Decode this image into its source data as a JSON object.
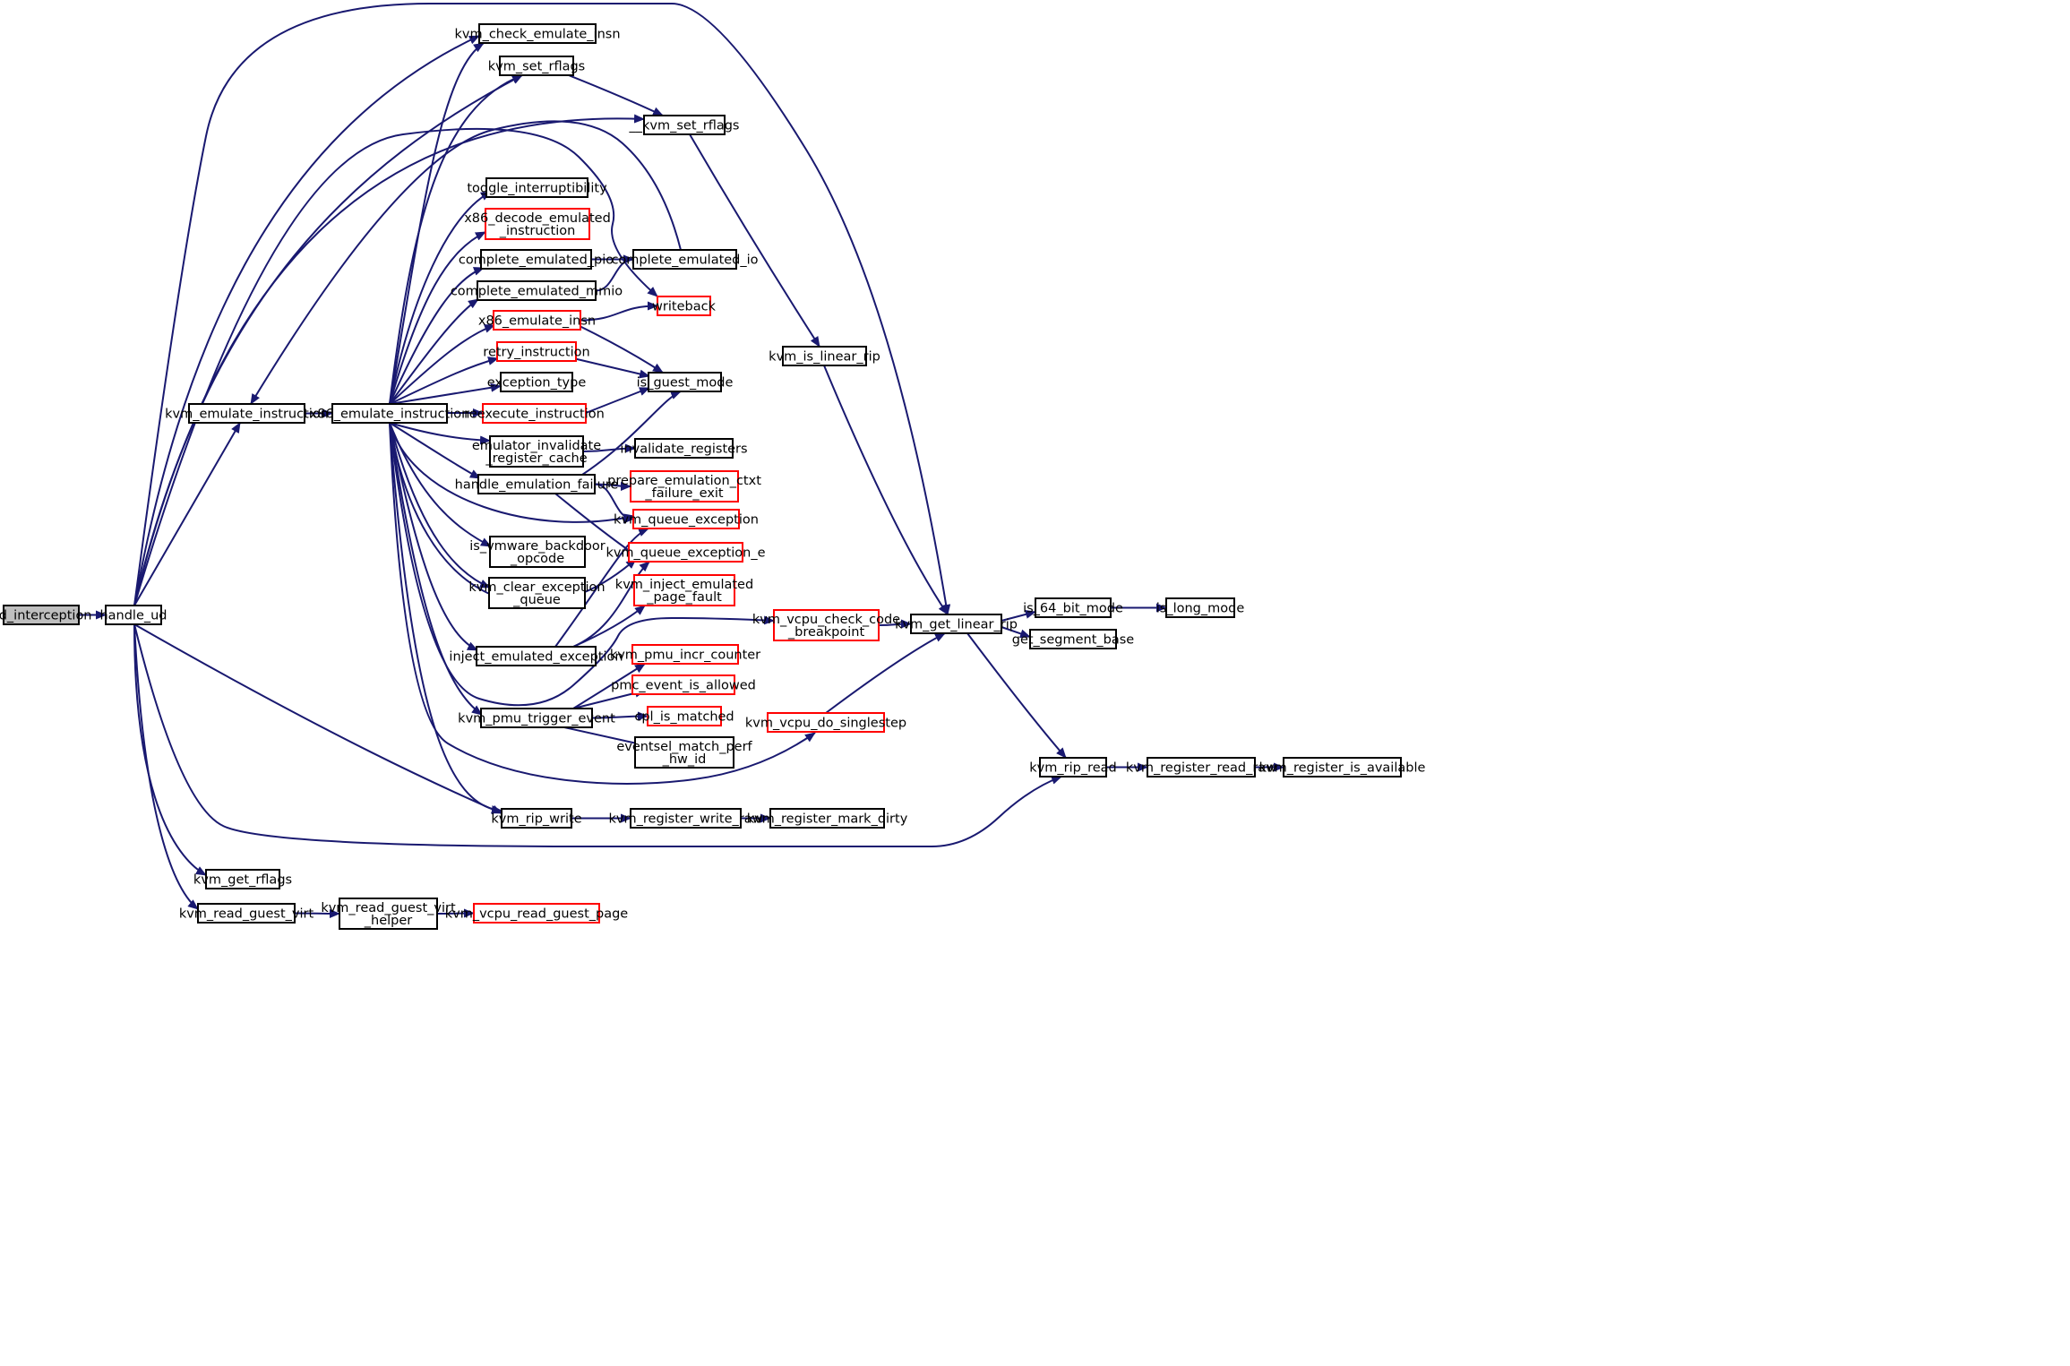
{
  "graph": {
    "root": "ud_interception",
    "edge_color": "#191970",
    "truncated_border_color": "#ff0000",
    "normal_border_color": "#000000",
    "root_fill_color": "#bfbfbf",
    "nodes": [
      {
        "id": "ud_interception",
        "lines": [
          "ud_interception"
        ],
        "style": "root"
      },
      {
        "id": "handle_ud",
        "lines": [
          "handle_ud"
        ],
        "style": "normal"
      },
      {
        "id": "kvm_check_emulate_insn",
        "lines": [
          "kvm_check_emulate_insn"
        ],
        "style": "normal"
      },
      {
        "id": "kvm_set_rflags",
        "lines": [
          "kvm_set_rflags"
        ],
        "style": "normal"
      },
      {
        "id": "__kvm_set_rflags",
        "lines": [
          "__kvm_set_rflags"
        ],
        "style": "normal"
      },
      {
        "id": "toggle_interruptibility",
        "lines": [
          "toggle_interruptibility"
        ],
        "style": "normal"
      },
      {
        "id": "x86_decode_emulated_instruction",
        "lines": [
          "x86_decode_emulated",
          "_instruction"
        ],
        "style": "truncated"
      },
      {
        "id": "complete_emulated_pio",
        "lines": [
          "complete_emulated_pio"
        ],
        "style": "normal"
      },
      {
        "id": "complete_emulated_io",
        "lines": [
          "complete_emulated_io"
        ],
        "style": "normal"
      },
      {
        "id": "complete_emulated_mmio",
        "lines": [
          "complete_emulated_mmio"
        ],
        "style": "normal"
      },
      {
        "id": "writeback",
        "lines": [
          "writeback"
        ],
        "style": "truncated"
      },
      {
        "id": "x86_emulate_insn",
        "lines": [
          "x86_emulate_insn"
        ],
        "style": "truncated"
      },
      {
        "id": "retry_instruction",
        "lines": [
          "retry_instruction"
        ],
        "style": "truncated"
      },
      {
        "id": "exception_type",
        "lines": [
          "exception_type"
        ],
        "style": "normal"
      },
      {
        "id": "is_guest_mode",
        "lines": [
          "is_guest_mode"
        ],
        "style": "normal"
      },
      {
        "id": "kvm_emulate_instruction",
        "lines": [
          "kvm_emulate_instruction"
        ],
        "style": "normal"
      },
      {
        "id": "x86_emulate_instruction",
        "lines": [
          "x86_emulate_instruction"
        ],
        "style": "normal"
      },
      {
        "id": "reexecute_instruction",
        "lines": [
          "reexecute_instruction"
        ],
        "style": "truncated"
      },
      {
        "id": "emulator_invalidate_register_cache",
        "lines": [
          "emulator_invalidate",
          "_register_cache"
        ],
        "style": "normal"
      },
      {
        "id": "invalidate_registers",
        "lines": [
          "invalidate_registers"
        ],
        "style": "normal"
      },
      {
        "id": "handle_emulation_failure",
        "lines": [
          "handle_emulation_failure"
        ],
        "style": "normal"
      },
      {
        "id": "prepare_emulation_ctxt_failure_exit",
        "lines": [
          "prepare_emulation_ctxt",
          "_failure_exit"
        ],
        "style": "truncated"
      },
      {
        "id": "kvm_queue_exception",
        "lines": [
          "kvm_queue_exception"
        ],
        "style": "truncated"
      },
      {
        "id": "is_vmware_backdoor_opcode",
        "lines": [
          "is_vmware_backdoor",
          "_opcode"
        ],
        "style": "normal"
      },
      {
        "id": "kvm_queue_exception_e",
        "lines": [
          "kvm_queue_exception_e"
        ],
        "style": "truncated"
      },
      {
        "id": "kvm_clear_exception_queue",
        "lines": [
          "kvm_clear_exception",
          "_queue"
        ],
        "style": "normal"
      },
      {
        "id": "kvm_inject_emulated_page_fault",
        "lines": [
          "kvm_inject_emulated",
          "_page_fault"
        ],
        "style": "truncated"
      },
      {
        "id": "inject_emulated_exception",
        "lines": [
          "inject_emulated_exception"
        ],
        "style": "normal"
      },
      {
        "id": "kvm_vcpu_check_code_breakpoint",
        "lines": [
          "kvm_vcpu_check_code",
          "_breakpoint"
        ],
        "style": "truncated"
      },
      {
        "id": "kvm_is_linear_rip",
        "lines": [
          "kvm_is_linear_rip"
        ],
        "style": "normal"
      },
      {
        "id": "kvm_get_linear_rip",
        "lines": [
          "kvm_get_linear_rip"
        ],
        "style": "normal"
      },
      {
        "id": "is_64_bit_mode",
        "lines": [
          "is_64_bit_mode"
        ],
        "style": "normal"
      },
      {
        "id": "is_long_mode",
        "lines": [
          "is_long_mode"
        ],
        "style": "normal"
      },
      {
        "id": "get_segment_base",
        "lines": [
          "get_segment_base"
        ],
        "style": "normal"
      },
      {
        "id": "kvm_pmu_incr_counter",
        "lines": [
          "kvm_pmu_incr_counter"
        ],
        "style": "truncated"
      },
      {
        "id": "pmc_event_is_allowed",
        "lines": [
          "pmc_event_is_allowed"
        ],
        "style": "truncated"
      },
      {
        "id": "kvm_pmu_trigger_event",
        "lines": [
          "kvm_pmu_trigger_event"
        ],
        "style": "normal"
      },
      {
        "id": "cpl_is_matched",
        "lines": [
          "cpl_is_matched"
        ],
        "style": "truncated"
      },
      {
        "id": "kvm_vcpu_do_singlestep",
        "lines": [
          "kvm_vcpu_do_singlestep"
        ],
        "style": "truncated"
      },
      {
        "id": "eventsel_match_perf_hw_id",
        "lines": [
          "eventsel_match_perf",
          "_hw_id"
        ],
        "style": "normal"
      },
      {
        "id": "kvm_rip_read",
        "lines": [
          "kvm_rip_read"
        ],
        "style": "normal"
      },
      {
        "id": "kvm_register_read_raw",
        "lines": [
          "kvm_register_read_raw"
        ],
        "style": "normal"
      },
      {
        "id": "kvm_register_is_available",
        "lines": [
          "kvm_register_is_available"
        ],
        "style": "normal"
      },
      {
        "id": "kvm_rip_write",
        "lines": [
          "kvm_rip_write"
        ],
        "style": "normal"
      },
      {
        "id": "kvm_register_write_raw",
        "lines": [
          "kvm_register_write_raw"
        ],
        "style": "normal"
      },
      {
        "id": "kvm_register_mark_dirty",
        "lines": [
          "kvm_register_mark_dirty"
        ],
        "style": "normal"
      },
      {
        "id": "kvm_get_rflags",
        "lines": [
          "kvm_get_rflags"
        ],
        "style": "normal"
      },
      {
        "id": "kvm_read_guest_virt",
        "lines": [
          "kvm_read_guest_virt"
        ],
        "style": "normal"
      },
      {
        "id": "kvm_read_guest_virt_helper",
        "lines": [
          "kvm_read_guest_virt",
          "_helper"
        ],
        "style": "normal"
      },
      {
        "id": "kvm_vcpu_read_guest_page",
        "lines": [
          "kvm_vcpu_read_guest_page"
        ],
        "style": "truncated"
      }
    ],
    "edges": [
      {
        "from": "ud_interception",
        "to": "handle_ud"
      },
      {
        "from": "handle_ud",
        "to": "kvm_check_emulate_insn"
      },
      {
        "from": "handle_ud",
        "to": "kvm_set_rflags"
      },
      {
        "from": "handle_ud",
        "to": "__kvm_set_rflags"
      },
      {
        "from": "handle_ud",
        "to": "writeback"
      },
      {
        "from": "handle_ud",
        "to": "kvm_emulate_instruction"
      },
      {
        "from": "handle_ud",
        "to": "kvm_get_linear_rip"
      },
      {
        "from": "handle_ud",
        "to": "kvm_rip_read"
      },
      {
        "from": "handle_ud",
        "to": "kvm_rip_write"
      },
      {
        "from": "handle_ud",
        "to": "kvm_get_rflags"
      },
      {
        "from": "handle_ud",
        "to": "kvm_read_guest_virt"
      },
      {
        "from": "kvm_emulate_instruction",
        "to": "x86_emulate_instruction"
      },
      {
        "from": "x86_emulate_instruction",
        "to": "kvm_check_emulate_insn"
      },
      {
        "from": "x86_emulate_instruction",
        "to": "kvm_set_rflags"
      },
      {
        "from": "x86_emulate_instruction",
        "to": "toggle_interruptibility"
      },
      {
        "from": "x86_emulate_instruction",
        "to": "x86_decode_emulated_instruction"
      },
      {
        "from": "x86_emulate_instruction",
        "to": "complete_emulated_pio"
      },
      {
        "from": "x86_emulate_instruction",
        "to": "complete_emulated_mmio"
      },
      {
        "from": "x86_emulate_instruction",
        "to": "x86_emulate_insn"
      },
      {
        "from": "x86_emulate_instruction",
        "to": "retry_instruction"
      },
      {
        "from": "x86_emulate_instruction",
        "to": "exception_type"
      },
      {
        "from": "x86_emulate_instruction",
        "to": "reexecute_instruction"
      },
      {
        "from": "x86_emulate_instruction",
        "to": "emulator_invalidate_register_cache"
      },
      {
        "from": "x86_emulate_instruction",
        "to": "handle_emulation_failure"
      },
      {
        "from": "x86_emulate_instruction",
        "to": "kvm_queue_exception"
      },
      {
        "from": "x86_emulate_instruction",
        "to": "is_vmware_backdoor_opcode"
      },
      {
        "from": "x86_emulate_instruction",
        "to": "kvm_queue_exception_e"
      },
      {
        "from": "x86_emulate_instruction",
        "to": "kvm_clear_exception_queue"
      },
      {
        "from": "x86_emulate_instruction",
        "to": "inject_emulated_exception"
      },
      {
        "from": "x86_emulate_instruction",
        "to": "kvm_vcpu_check_code_breakpoint"
      },
      {
        "from": "x86_emulate_instruction",
        "to": "kvm_pmu_trigger_event"
      },
      {
        "from": "x86_emulate_instruction",
        "to": "kvm_vcpu_do_singlestep"
      },
      {
        "from": "x86_emulate_instruction",
        "to": "kvm_rip_write"
      },
      {
        "from": "kvm_set_rflags",
        "to": "__kvm_set_rflags"
      },
      {
        "from": "__kvm_set_rflags",
        "to": "kvm_is_linear_rip"
      },
      {
        "from": "complete_emulated_pio",
        "to": "complete_emulated_io"
      },
      {
        "from": "complete_emulated_mmio",
        "to": "complete_emulated_io"
      },
      {
        "from": "complete_emulated_io",
        "to": "kvm_emulate_instruction"
      },
      {
        "from": "x86_emulate_insn",
        "to": "writeback"
      },
      {
        "from": "x86_emulate_insn",
        "to": "is_guest_mode"
      },
      {
        "from": "retry_instruction",
        "to": "is_guest_mode"
      },
      {
        "from": "reexecute_instruction",
        "to": "is_guest_mode"
      },
      {
        "from": "emulator_invalidate_register_cache",
        "to": "invalidate_registers"
      },
      {
        "from": "handle_emulation_failure",
        "to": "is_guest_mode"
      },
      {
        "from": "handle_emulation_failure",
        "to": "prepare_emulation_ctxt_failure_exit"
      },
      {
        "from": "handle_emulation_failure",
        "to": "kvm_queue_exception"
      },
      {
        "from": "handle_emulation_failure",
        "to": "kvm_queue_exception_e"
      },
      {
        "from": "inject_emulated_exception",
        "to": "kvm_queue_exception"
      },
      {
        "from": "inject_emulated_exception",
        "to": "kvm_queue_exception_e"
      },
      {
        "from": "inject_emulated_exception",
        "to": "kvm_inject_emulated_page_fault"
      },
      {
        "from": "kvm_vcpu_check_code_breakpoint",
        "to": "kvm_get_linear_rip"
      },
      {
        "from": "kvm_vcpu_do_singlestep",
        "to": "kvm_get_linear_rip"
      },
      {
        "from": "kvm_is_linear_rip",
        "to": "kvm_get_linear_rip"
      },
      {
        "from": "kvm_get_linear_rip",
        "to": "is_64_bit_mode"
      },
      {
        "from": "kvm_get_linear_rip",
        "to": "get_segment_base"
      },
      {
        "from": "kvm_get_linear_rip",
        "to": "kvm_rip_read"
      },
      {
        "from": "is_64_bit_mode",
        "to": "is_long_mode"
      },
      {
        "from": "kvm_pmu_trigger_event",
        "to": "kvm_pmu_incr_counter"
      },
      {
        "from": "kvm_pmu_trigger_event",
        "to": "pmc_event_is_allowed"
      },
      {
        "from": "kvm_pmu_trigger_event",
        "to": "cpl_is_matched"
      },
      {
        "from": "kvm_pmu_trigger_event",
        "to": "eventsel_match_perf_hw_id"
      },
      {
        "from": "kvm_rip_read",
        "to": "kvm_register_read_raw"
      },
      {
        "from": "kvm_register_read_raw",
        "to": "kvm_register_is_available"
      },
      {
        "from": "kvm_rip_write",
        "to": "kvm_register_write_raw"
      },
      {
        "from": "kvm_register_write_raw",
        "to": "kvm_register_mark_dirty"
      },
      {
        "from": "kvm_read_guest_virt",
        "to": "kvm_read_guest_virt_helper"
      },
      {
        "from": "kvm_read_guest_virt_helper",
        "to": "kvm_vcpu_read_guest_page"
      }
    ]
  }
}
